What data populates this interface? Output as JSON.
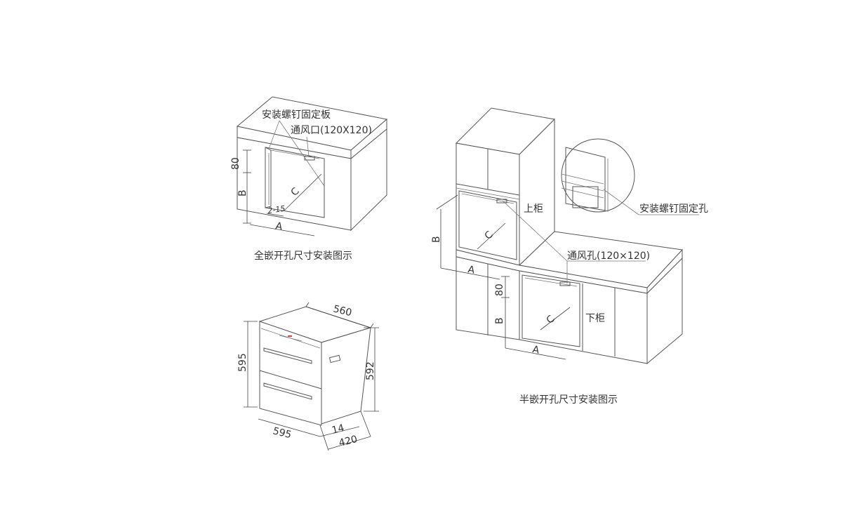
{
  "full_embed": {
    "caption": "全嵌开孔尺寸安装图示",
    "label_screw_plate": "安装螺钉固定板",
    "label_vent": "通风口(120X120)",
    "dim_80": "80",
    "dim_b": "B",
    "dim_c": "C",
    "dim_a": "A",
    "dim_gap": "2-15"
  },
  "half_embed": {
    "caption": "半嵌开孔尺寸安装图示",
    "label_upper": "上柜",
    "label_lower": "下柜",
    "label_vent": "通风孔(120×120)",
    "label_screw_hole": "安装螺钉固定孔",
    "upper_dim_b": "B",
    "upper_dim_c": "C",
    "upper_dim_a": "A",
    "lower_dim_80": "80",
    "lower_dim_b": "B",
    "lower_dim_c": "C",
    "lower_dim_a": "A"
  },
  "product": {
    "dim_top_depth": "560",
    "dim_front_height": "595",
    "dim_side_height": "592",
    "dim_front_width": "595",
    "dim_panel": "14",
    "dim_side_depth": "420"
  },
  "colors": {
    "line": "#555555",
    "text": "#333333",
    "accent_red": "#e04040"
  }
}
